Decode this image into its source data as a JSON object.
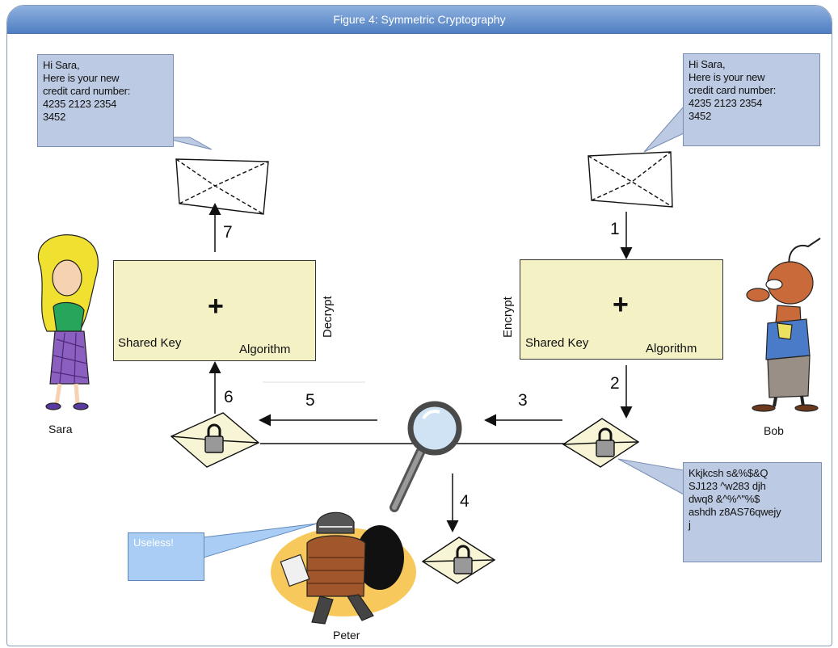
{
  "title": "Figure 4: Symmetric Cryptography",
  "callouts": {
    "sara_message": [
      "Hi Sara,",
      "Here is your new",
      "credit card number:",
      "4235 2123 2354",
      "3452"
    ],
    "bob_message": [
      "Hi Sara,",
      "Here is your new",
      "credit card number:",
      "4235 2123 2354",
      "3452"
    ],
    "ciphertext": [
      "Kkjkcsh s&%$&Q",
      "SJ123 ^w283 djh",
      "dwq8 &^%^\"%$",
      "ashdh z8AS76qwejy",
      "j"
    ],
    "useless": "Useless!"
  },
  "decrypt_box": {
    "key_label": "Shared Key",
    "algorithm_label": "Algorithm",
    "side_label": "Decrypt",
    "plus": "+"
  },
  "encrypt_box": {
    "key_label": "Shared Key",
    "algorithm_label": "Algorithm",
    "side_label": "Encrypt",
    "plus": "+"
  },
  "steps": {
    "s1": "1",
    "s2": "2",
    "s3": "3",
    "s4": "4",
    "s5": "5",
    "s6": "6",
    "s7": "7"
  },
  "people": {
    "sara": "Sara",
    "bob": "Bob",
    "peter": "Peter"
  },
  "colors": {
    "title_bar": "#5f8cc9",
    "callout": "#bccbe3",
    "box": "#f4f1c4",
    "useless": "#a9cdf4"
  }
}
